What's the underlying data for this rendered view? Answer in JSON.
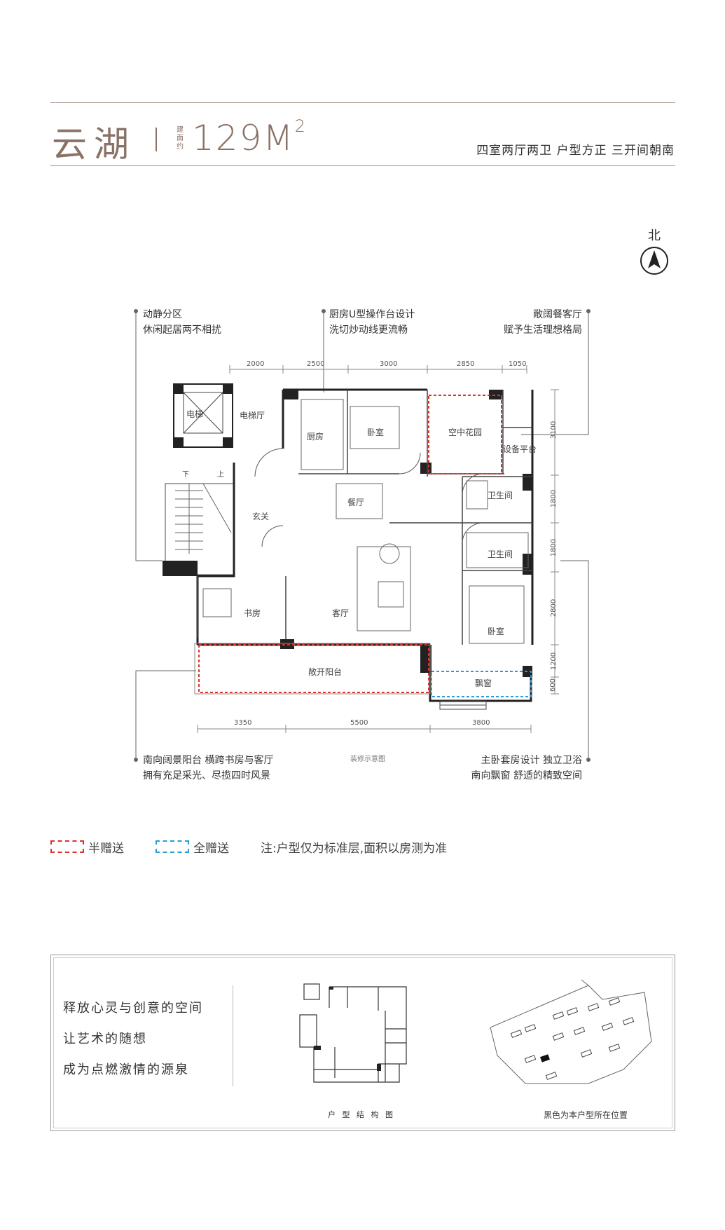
{
  "header": {
    "name": "云湖",
    "area_label": "建面约",
    "area_value": "129M",
    "area_unit_sup": "2",
    "subtitle": "四室两厅两卫  户型方正  三开间朝南"
  },
  "north": {
    "label": "北",
    "icon": "north-arrow-icon"
  },
  "callouts": {
    "top_left": [
      "动静分区",
      "休闲起居两不相扰"
    ],
    "top_center": [
      "厨房U型操作台设计",
      "洗切炒动线更流畅"
    ],
    "top_right": [
      "敞阔餐客厅",
      "赋予生活理想格局"
    ],
    "bottom_left": [
      "南向阔景阳台  横跨书房与客厅",
      "拥有充足采光、尽揽四时风景"
    ],
    "bottom_right": [
      "主卧套房设计  独立卫浴",
      "南向飘窗  舒适的精致空间"
    ]
  },
  "dimensions": {
    "top": [
      "2000",
      "2500",
      "3000",
      "2850",
      "1050"
    ],
    "bottom": [
      "3350",
      "5500",
      "3800"
    ],
    "right": [
      "3100",
      "1800",
      "1800",
      "2800",
      "1200",
      "600"
    ]
  },
  "rooms": {
    "elevator": "电梯",
    "elevator_hall": "电梯厅",
    "kitchen": "厨房",
    "bedroom_n": "卧室",
    "sky_garden": "空中花园",
    "equipment": "设备平台",
    "stairs_down": "下",
    "stairs_up": "上",
    "dining": "餐厅",
    "entry": "玄关",
    "bath1": "卫生间",
    "bath2": "卫生间",
    "study": "书房",
    "living": "客厅",
    "bedroom_s": "卧室",
    "balcony": "敞开阳台",
    "bay_window": "飘窗"
  },
  "plan_note": "装修示意图",
  "legend": {
    "half": "半赠送",
    "full": "全赠送",
    "note": "注:户型仅为标准层,面积以房测为准",
    "half_color": "#d9342b",
    "full_color": "#2b9bd1"
  },
  "colors": {
    "accent": "#8a7266",
    "wall": "#222222",
    "line": "#a89a90"
  },
  "bottom": {
    "slogans": [
      "释放心灵与创意的空间",
      "让艺术的随想",
      "成为点燃激情的源泉"
    ],
    "plan_caption": "户 型 结 构 图",
    "site_caption": "黑色为本户型所在位置"
  }
}
